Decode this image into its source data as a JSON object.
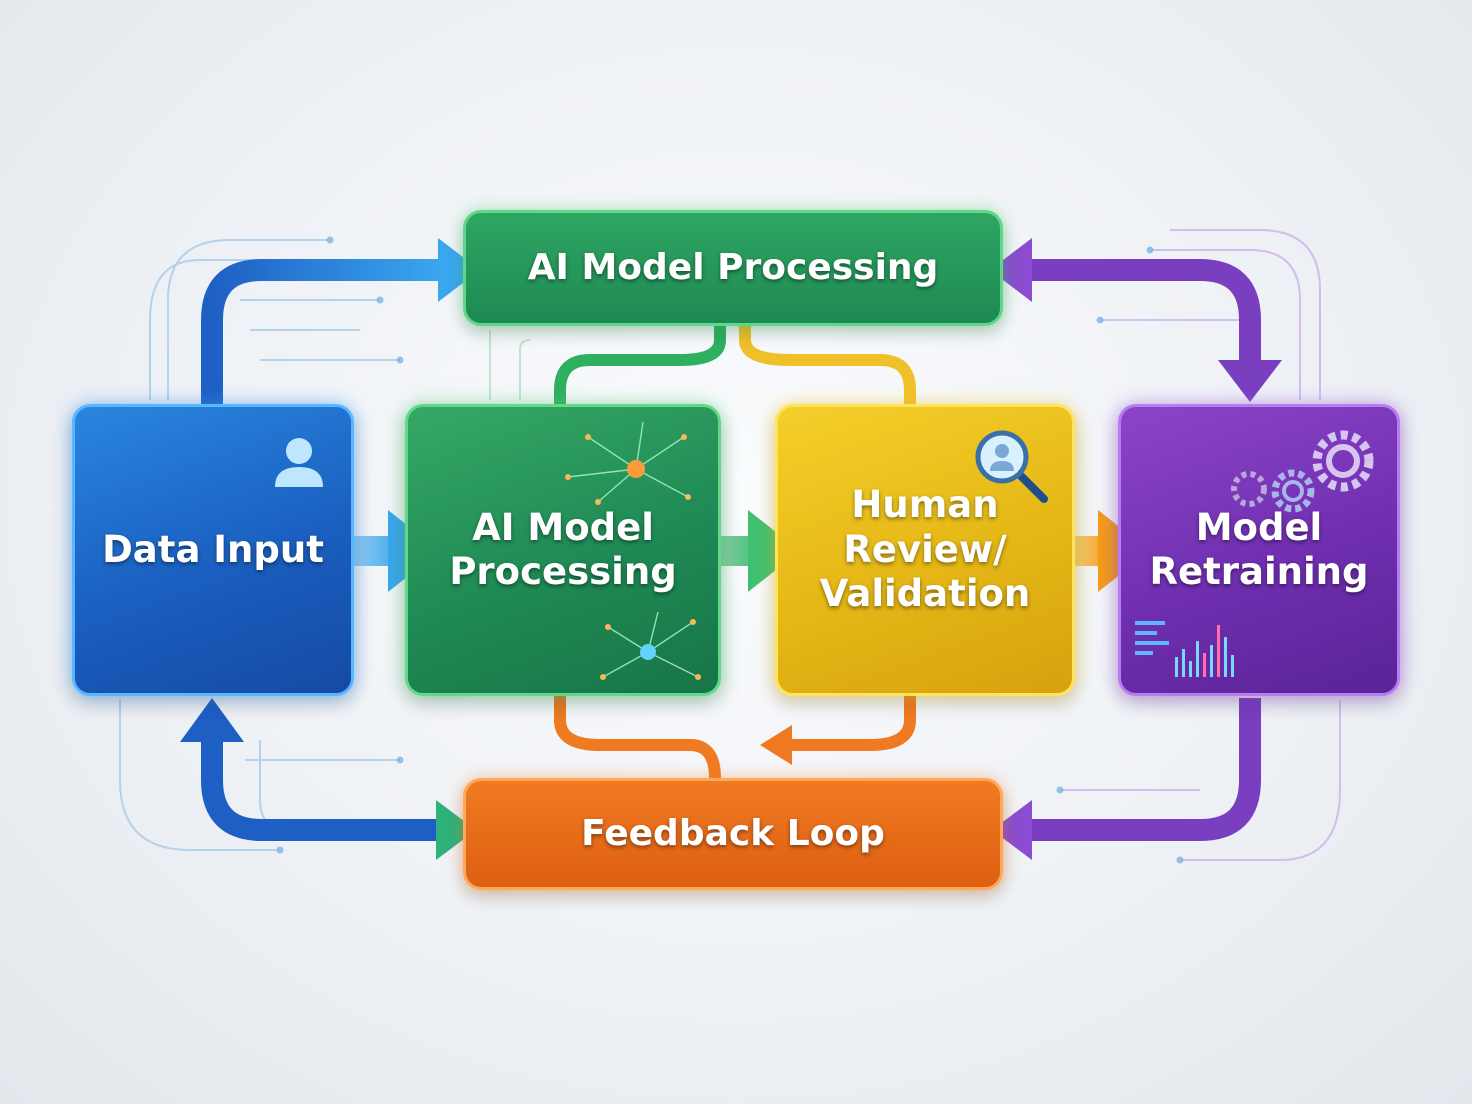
{
  "nodes": {
    "data_input": "Data Input",
    "ai_model_processing": "AI Model\nProcessing",
    "human_review": "Human\nReview/\nValidation",
    "model_retraining": "Model\nRetraining",
    "top_processing": "AI Model Processing",
    "feedback_loop": "Feedback Loop"
  },
  "icons": {
    "data_input": "user-icon",
    "ai_model_processing": "neural-network-icon",
    "human_review": "magnifier-user-icon",
    "model_retraining": "gears-icon",
    "model_retraining_chart": "bar-chart-icon"
  },
  "colors": {
    "blue": "#1a5fc0",
    "green": "#1f8a55",
    "yellow": "#e5b716",
    "purple": "#6f2fb0",
    "orange": "#dd5f12"
  }
}
